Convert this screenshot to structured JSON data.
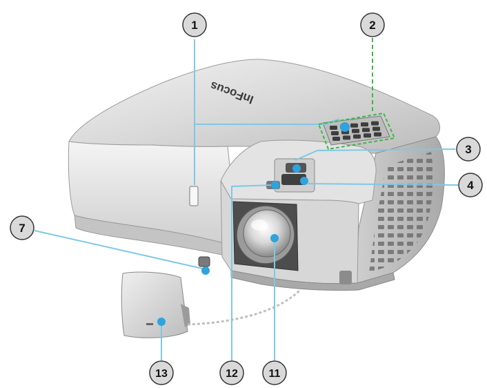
{
  "figure": {
    "brand": "InFocus",
    "callouts": [
      {
        "id": "c1",
        "number": "1"
      },
      {
        "id": "c2",
        "number": "2"
      },
      {
        "id": "c3",
        "number": "3"
      },
      {
        "id": "c4",
        "number": "4"
      },
      {
        "id": "c7",
        "number": "7"
      },
      {
        "id": "c11",
        "number": "11"
      },
      {
        "id": "c12",
        "number": "12"
      },
      {
        "id": "c13",
        "number": "13"
      }
    ],
    "colors": {
      "leader_line": "#7fc7e6",
      "keypad_box": "#3cb846",
      "highlight_dot": "#2fa3dd",
      "callout_fill": "#d9d9d9",
      "callout_stroke": "#333333"
    }
  }
}
